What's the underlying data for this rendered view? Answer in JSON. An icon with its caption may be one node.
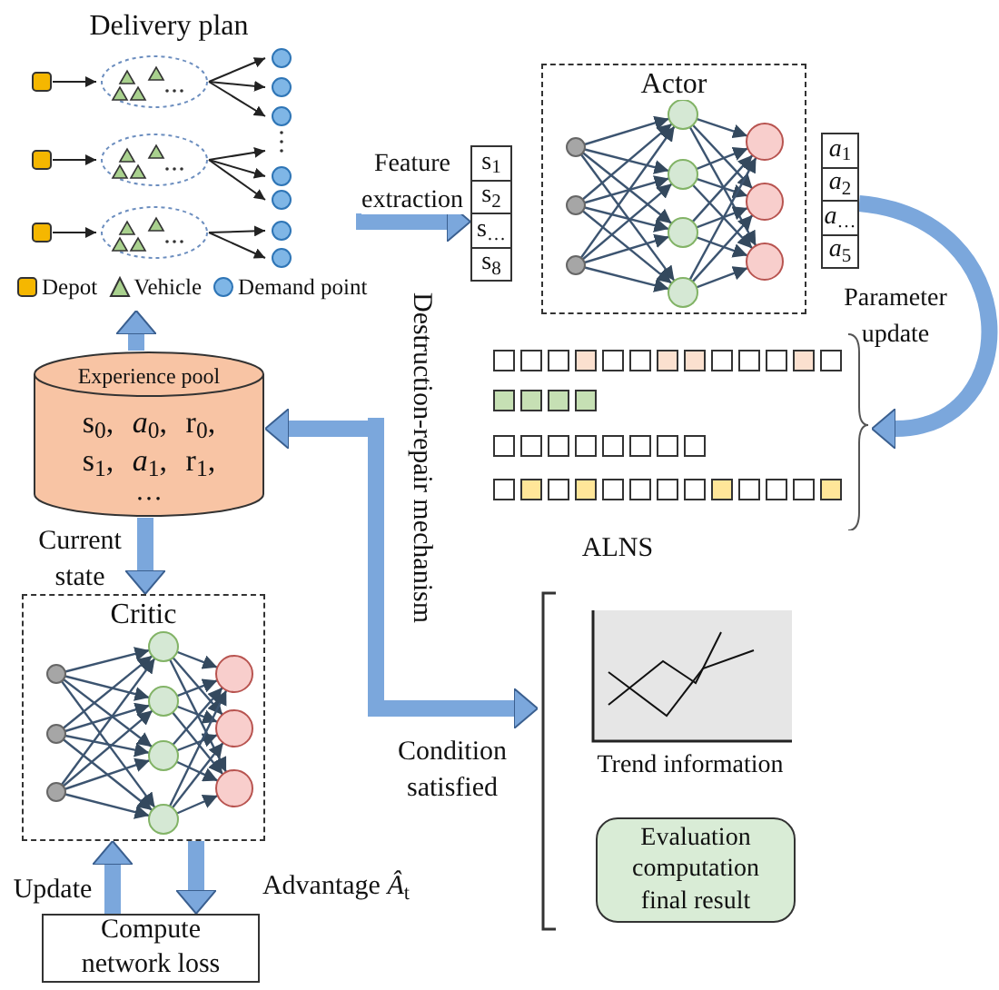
{
  "diagram": {
    "nodes": [
      {
        "text": [
          "Delivery plan"
        ]
      },
      {
        "text": [
          "Actor"
        ]
      },
      {
        "text": [
          "s$_{1}$",
          "s$_{2}$",
          "s$_{…}$",
          "s$_{8}$"
        ]
      },
      {
        "text": [
          "*a*$_{1}$",
          "*a*$_{2}$",
          "*a*$_{…}$",
          "*a*$_{5}$"
        ]
      },
      {
        "text": [
          "ALNS"
        ]
      },
      {
        "text": [
          "Experience pool",
          "s$_{0}$, *a*$_{0}$, r$_{0}$,",
          "s$_{1}$, *a*$_{1}$, r$_{1}$,",
          "…"
        ]
      },
      {
        "text": [
          "Critic"
        ]
      },
      {
        "text": [
          "Compute network loss"
        ]
      },
      {
        "text": [],
        "shape": "bracket"
      },
      {
        "text": [
          "Trend information"
        ],
        "in": 8
      },
      {
        "text": [
          "Evaluation computation final result"
        ],
        "in": 8
      }
    ],
    "edges": [
      {
        "from": 0,
        "to": 2,
        "arrow": "to",
        "label": "Feature extraction"
      },
      {
        "from": 3,
        "to": 4,
        "arrow": "to",
        "label": "Parameter update"
      },
      {
        "from": null,
        "to": 5,
        "arrow": "to",
        "label": "Destruction-repair mechanism"
      },
      {
        "from": null,
        "to": 8,
        "arrow": "to",
        "label": "Condition satisfied"
      },
      {
        "from": 5,
        "to": 0,
        "arrow": "to"
      },
      {
        "from": 5,
        "to": 6,
        "arrow": "to",
        "label": "Current state"
      },
      {
        "from": 6,
        "to": 7,
        "arrow": "to",
        "label": "Advantage *Â*$_{t}$"
      },
      {
        "from": 7,
        "to": 6,
        "arrow": "to",
        "label": "Update"
      }
    ],
    "legend": [
      {
        "text": "Depot",
        "color": "#f5b700"
      },
      {
        "text": "Vehicle",
        "color": "#a9d18e"
      },
      {
        "text": "Demand point",
        "color": "#7fb6e6"
      }
    ]
  }
}
